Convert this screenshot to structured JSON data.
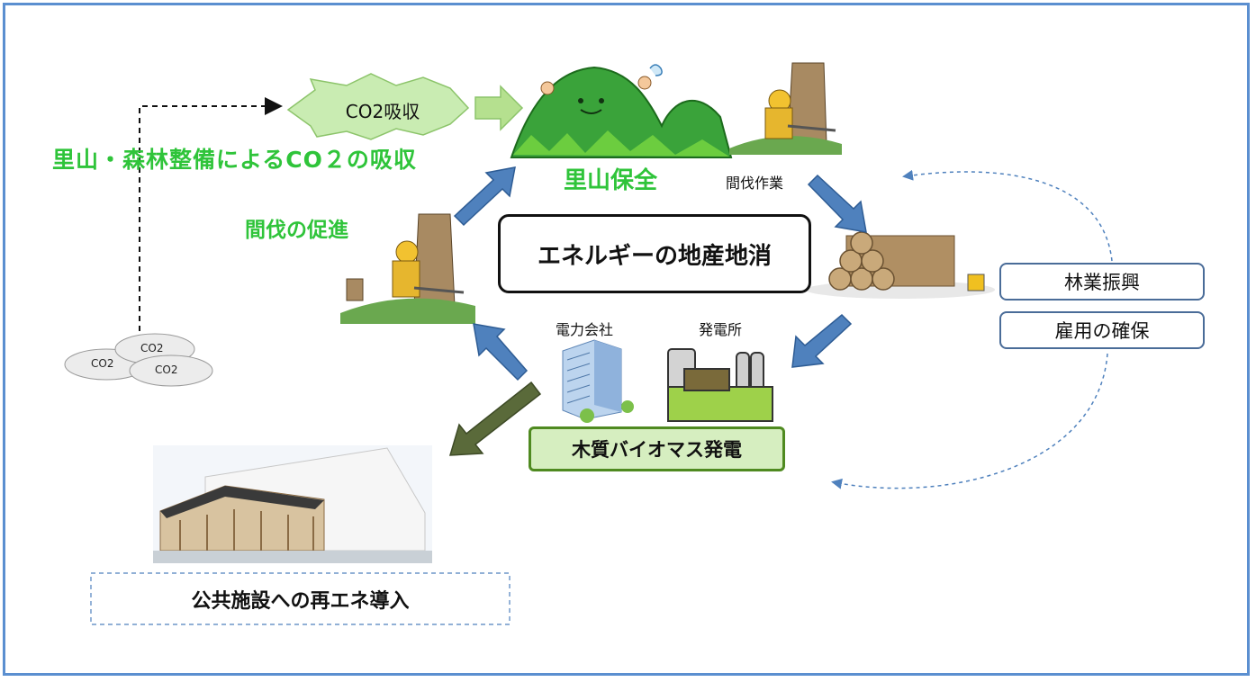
{
  "diagram": {
    "co2_absorb_badge": "CO2吸収",
    "forest_co2_title": "里山・森林整備によるCO２の吸収",
    "thinning_promotion": "間伐の促進",
    "satoyama_conservation": "里山保全",
    "thinning_work": "間伐作業",
    "center_title": "エネルギーの地産地消",
    "power_company": "電力会社",
    "power_plant": "発電所",
    "biomass_power": "木質バイオマス発電",
    "forestry_promotion": "林業振興",
    "employment": "雇用の確保",
    "public_facility": "公共施設への再エネ導入",
    "co2_clouds": [
      "CO2",
      "CO2",
      "CO2"
    ]
  },
  "colors": {
    "frame": "#5b8fd0",
    "green_text": "#2fc43a",
    "arrow_blue": "#4f81bd",
    "arrow_olive": "#5a6a3a",
    "biomass_fill": "#d6eec0",
    "biomass_border": "#4f8a20",
    "badge_fill": "#c9ecb2"
  },
  "icons": [
    "mountain-icon",
    "lumberjack-icon",
    "log-pile-icon",
    "office-building-icon",
    "power-plant-icon",
    "public-building-icon",
    "co2-cloud-icon"
  ]
}
